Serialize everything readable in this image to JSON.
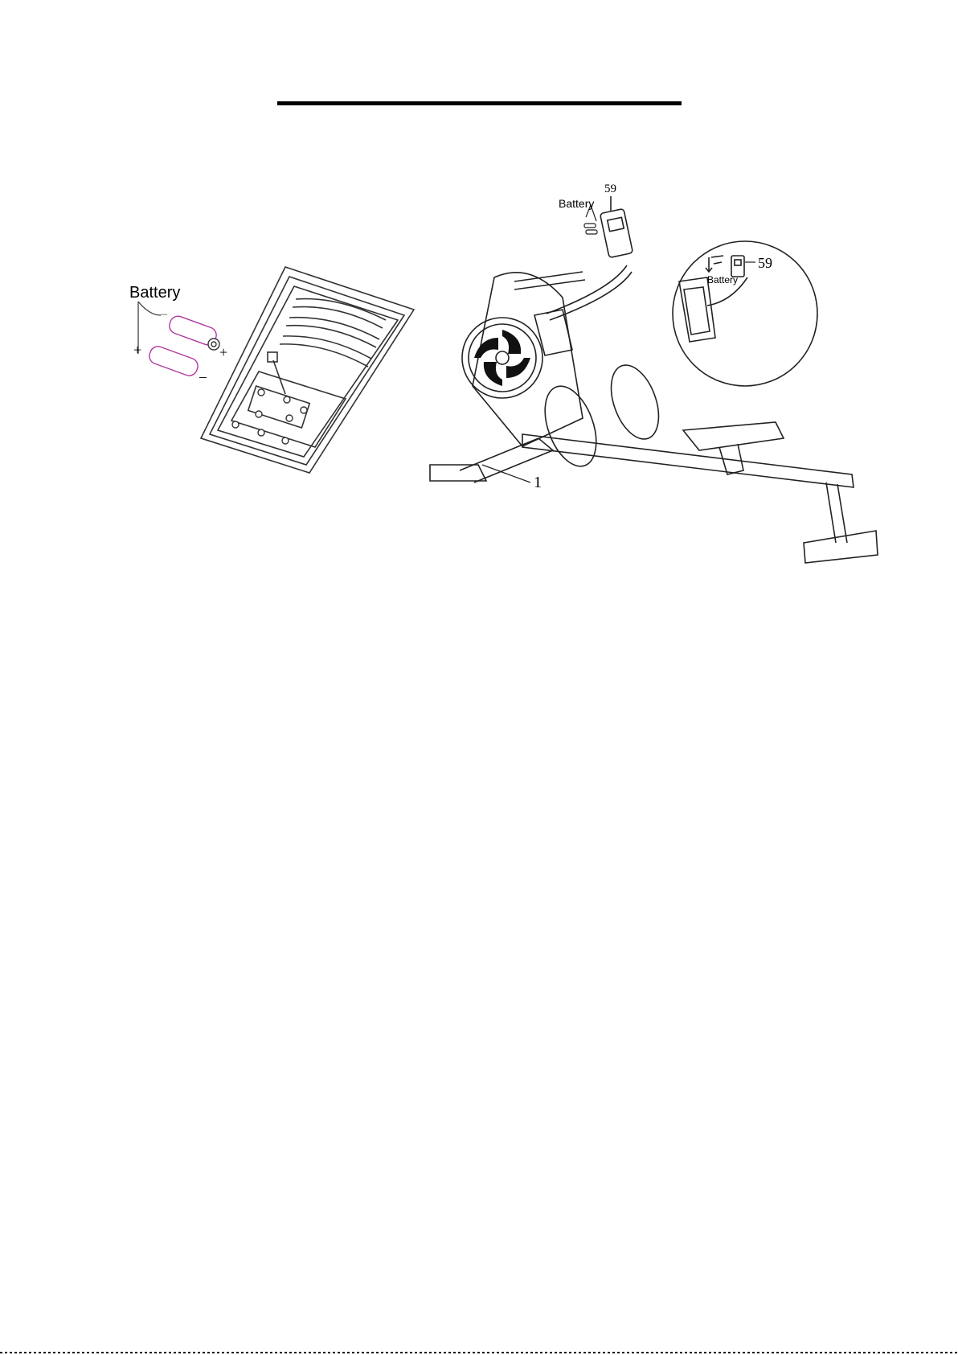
{
  "figure_left": {
    "battery_label": "Battery",
    "plus_label": "+",
    "minus_label": "–",
    "plus_label_2": "+",
    "minus_label_2": "–"
  },
  "figure_right": {
    "battery_label": "Battery",
    "part_59": "59",
    "part_1": "1",
    "inset": {
      "battery_label": "Battery",
      "part_59": "59"
    }
  },
  "colors": {
    "battery_outline": "#b0389e",
    "line": "#333333"
  }
}
